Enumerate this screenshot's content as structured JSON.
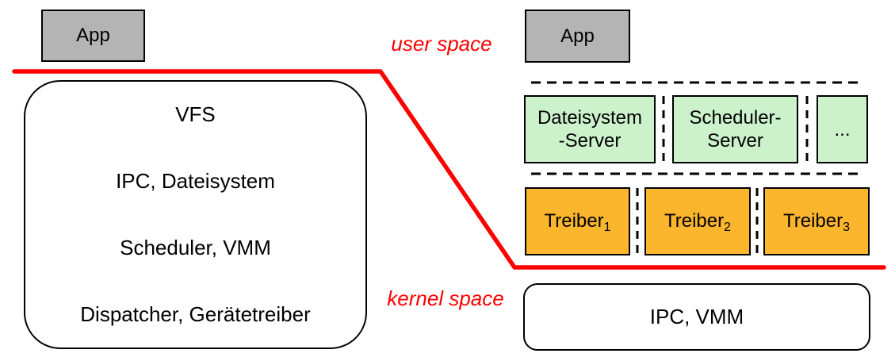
{
  "labels": {
    "user_space": "user space",
    "kernel_space": "kernel space"
  },
  "monolithic": {
    "app": "App",
    "layers": [
      "VFS",
      "IPC, Dateisystem",
      "Scheduler, VMM",
      "Dispatcher, Gerätetreiber"
    ]
  },
  "microkernel": {
    "app": "App",
    "servers": [
      {
        "line1": "Dateisystem",
        "line2": "-Server"
      },
      {
        "line1": "Scheduler-",
        "line2": "Server"
      },
      {
        "line1": "...",
        "line2": ""
      }
    ],
    "drivers": [
      {
        "name": "Treiber",
        "sub": "1"
      },
      {
        "name": "Treiber",
        "sub": "2"
      },
      {
        "name": "Treiber",
        "sub": "3"
      }
    ],
    "kernel_box": "IPC, VMM"
  },
  "colors": {
    "app_fill": "#b4b4b4",
    "server_fill": "#ccf2cc",
    "driver_fill": "#fbb62d",
    "boundary": "#ff0000"
  }
}
